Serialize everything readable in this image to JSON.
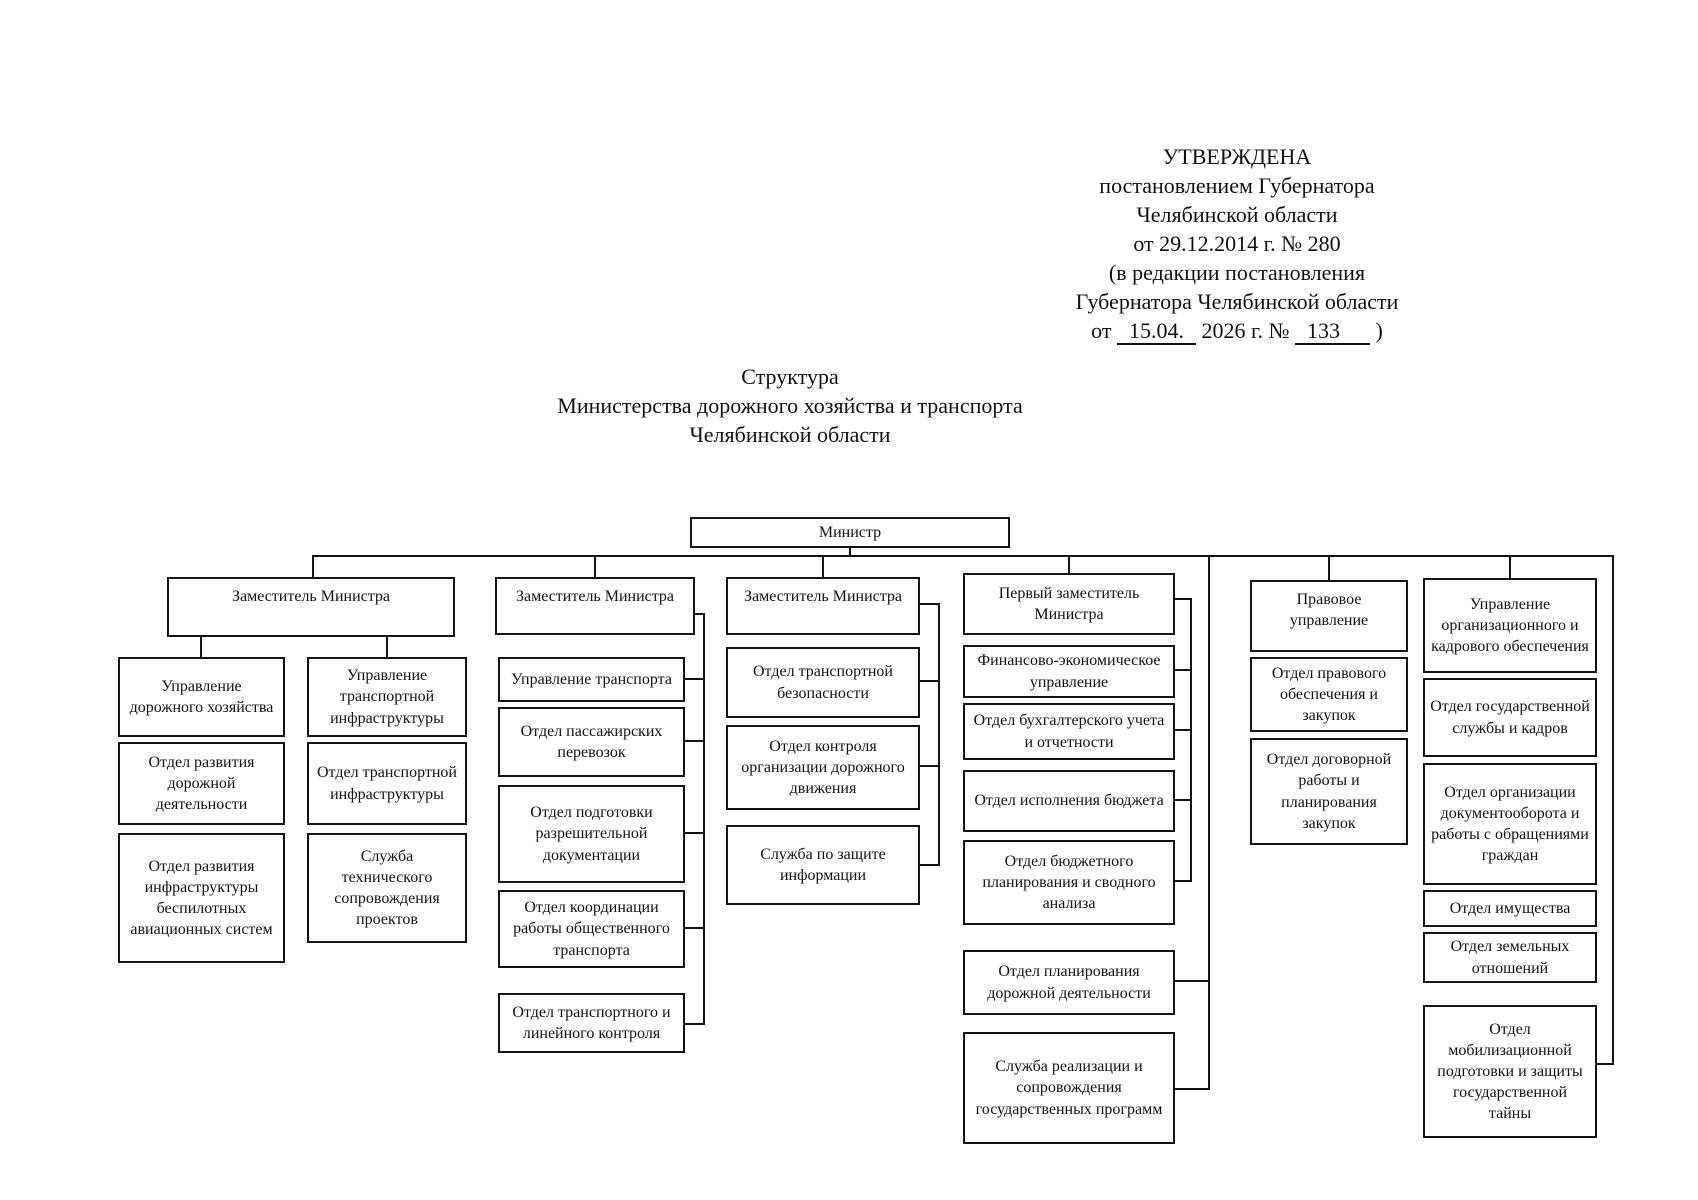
{
  "approval_block": {
    "line1": "УТВЕРЖДЕНА",
    "line2": "постановлением Губернатора",
    "line3": "Челябинской области",
    "line4": "от 29.12.2014 г. № 280",
    "line5": "(в редакции постановления",
    "line6": "Губернатора Челябинской области",
    "line7_prefix": "от",
    "line7_date": "15.04.",
    "line7_middle": "2026 г. №",
    "line7_number": "133",
    "line7_suffix": ")"
  },
  "title_block": {
    "line1": "Структура",
    "line2": "Министерства дорожного хозяйства и транспорта",
    "line3": "Челябинской области"
  },
  "org_chart": {
    "minister": "Министр",
    "col1": {
      "header": "Заместитель Министра",
      "a1": "Управление дорожного хозяйства",
      "a2": "Отдел развития дорожной деятельности",
      "a3": "Отдел развития инфраструктуры беспилотных авиационных систем",
      "b1": "Управление транспортной инфраструктуры",
      "b2": "Отдел транспортной инфраструктуры",
      "b3": "Служба технического сопровождения проектов"
    },
    "col2": {
      "header": "Заместитель Министра",
      "b1": "Управление транспорта",
      "b2": "Отдел пассажирских перевозок",
      "b3": "Отдел подготовки разрешительной документации",
      "b4": "Отдел координации работы общественного транспорта",
      "b5": "Отдел транспортного и линейного контроля"
    },
    "col3": {
      "header": "Заместитель Министра",
      "b1": "Отдел транспортной безопасности",
      "b2": "Отдел контроля организации дорожного движения",
      "b3": "Служба по защите информации"
    },
    "col4": {
      "header": "Первый заместитель Министра",
      "b1": "Финансово-экономическое управление",
      "b2": "Отдел бухгалтерского учета и отчетности",
      "b3": "Отдел исполнения бюджета",
      "b4": "Отдел бюджетного планирования и сводного анализа",
      "b5": "Отдел планирования дорожной деятельности",
      "b6": "Служба реализации и сопровождения государственных программ"
    },
    "col5": {
      "header": "Правовое управление",
      "b1": "Отдел правового обеспечения и закупок",
      "b2": "Отдел договорной работы и планирования закупок"
    },
    "col6": {
      "header": "Управление организационного и кадрового обеспечения",
      "b1": "Отдел государственной службы и кадров",
      "b2": "Отдел организации документооборота и работы с обращениями граждан",
      "b3": "Отдел имущества",
      "b4": "Отдел земельных отношений",
      "b5": "Отдел мобилизационной подготовки и защиты государственной тайны"
    }
  }
}
